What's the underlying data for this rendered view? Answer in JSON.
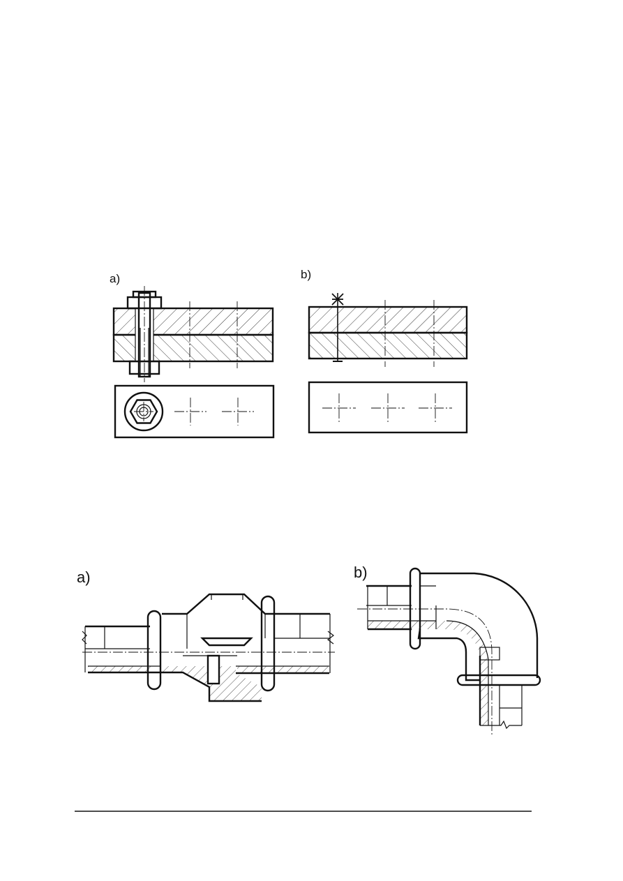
{
  "figure1": {
    "label_a": "a)",
    "label_b": "b)"
  },
  "figure2": {
    "label_a": "a)",
    "label_b": "b)"
  }
}
